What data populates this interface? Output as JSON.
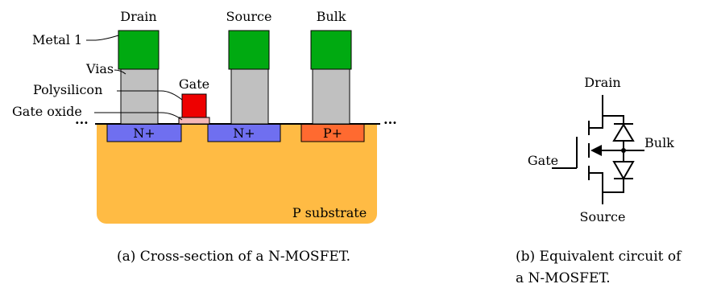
{
  "cross_section": {
    "labels": {
      "drain": "Drain",
      "source": "Source",
      "bulk": "Bulk",
      "gate": "Gate",
      "metal1": "Metal 1",
      "vias": "Vias",
      "polysilicon": "Polysilicon",
      "gate_oxide": "Gate oxide",
      "n_plus_left": "N+",
      "n_plus_right": "N+",
      "p_plus": "P+",
      "substrate": "P substrate",
      "dots_left": "···",
      "dots_right": "···"
    },
    "colors": {
      "metal1": "#00aa11",
      "via": "#c0c0c0",
      "polysilicon": "#ee0000",
      "gate_oxide": "#f5b7b7",
      "n_plus": "#6f6ff0",
      "p_plus": "#ff6a30",
      "substrate": "#ffbb44"
    },
    "caption": "(a) Cross-section of a N-MOSFET."
  },
  "circuit": {
    "labels": {
      "drain": "Drain",
      "gate": "Gate",
      "bulk": "Bulk",
      "source": "Source"
    },
    "caption_line1": "(b) Equivalent circuit of",
    "caption_line2": "a N-MOSFET."
  }
}
